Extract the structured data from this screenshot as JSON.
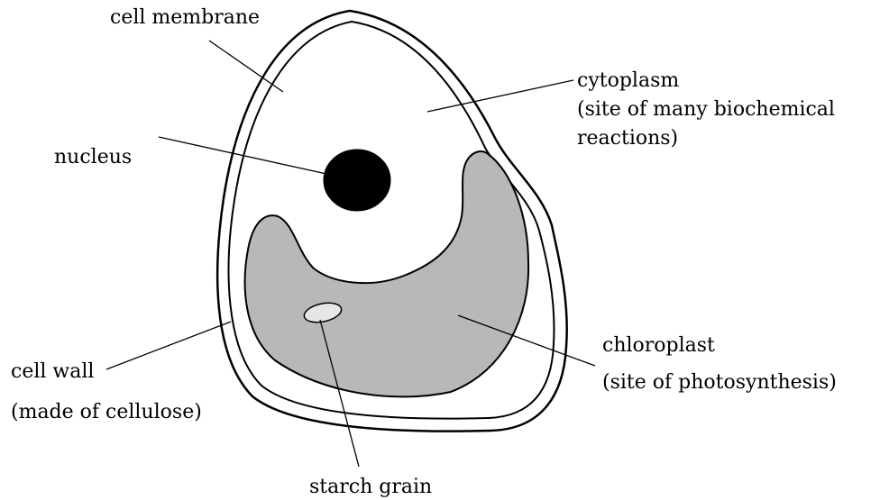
{
  "labels": {
    "cell_membrane": "cell membrane",
    "cytoplasm": "cytoplasm",
    "cytoplasm_note_line1": "(site of many biochemical",
    "cytoplasm_note_line2": "reactions)",
    "nucleus": "nucleus",
    "cell_wall": "cell wall",
    "cell_wall_note": "(made of cellulose)",
    "chloroplast": "chloroplast",
    "chloroplast_note": "(site of photosynthesis)",
    "starch_grain": "starch grain"
  },
  "colors": {
    "outline": "#000000",
    "nucleus": "#000000",
    "chloroplast": "#b8b8b8",
    "starch_grain": "#e6e6e6",
    "background": "#ffffff"
  }
}
